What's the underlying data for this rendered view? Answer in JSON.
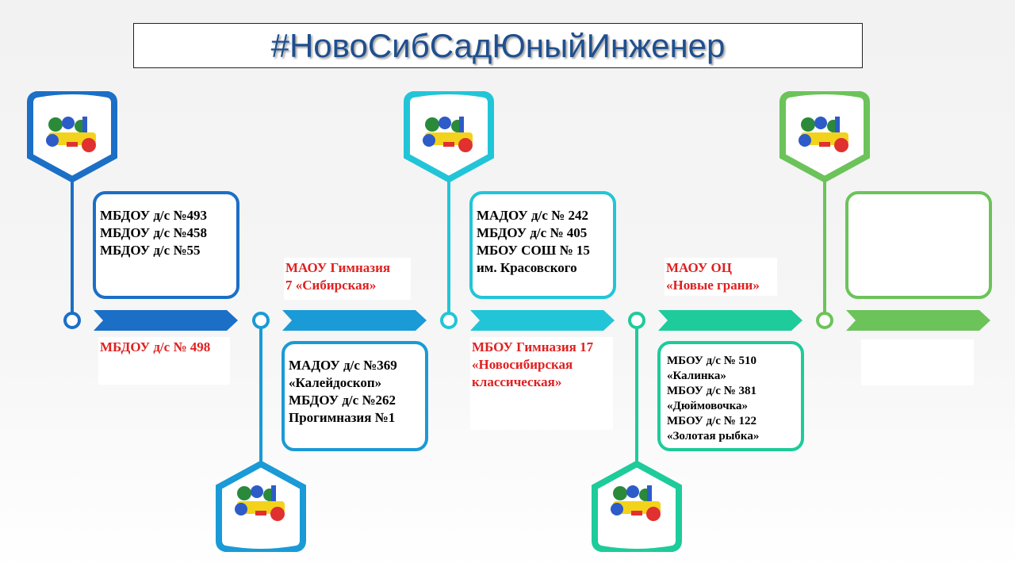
{
  "title": "#НовоСибСадЮныйИнженер",
  "colors": {
    "s1": "#1b6fc6",
    "s2": "#1a9ad6",
    "s3": "#22c5d8",
    "s4": "#1ecb9a",
    "s5": "#6cc35a",
    "label": "#e02020"
  },
  "stages": [
    {
      "box_lines": [
        "МБДОУ д/с №493",
        "МБДОУ д/с №458",
        "МБДОУ д/с №55"
      ],
      "label_lines": [
        "МБДОУ д/с № 498"
      ]
    },
    {
      "box_lines": [
        "МАДОУ д/с №369",
        "«Калейдоскоп»",
        "МБДОУ д/с №262",
        "Прогимназия №1"
      ],
      "label_lines": [
        "МАОУ Гимназия",
        "7 «Сибирская»"
      ]
    },
    {
      "box_lines": [
        "МАДОУ д/с № 242",
        "МБДОУ д/с № 405",
        "МБОУ СОШ № 15",
        "им. Красовского"
      ],
      "label_lines": [
        "МБОУ Гимназия 17",
        "«Новосибирская",
        "классическая»"
      ]
    },
    {
      "box_lines": [
        "МБОУ д/с № 510",
        "«Калинка»",
        "МБОУ д/с № 381",
        "«Дюймовочка»",
        "МБОУ д/с № 122",
        "«Золотая рыбка»"
      ],
      "label_lines": [
        "МАОУ ОЦ",
        "«Новые грани»"
      ]
    },
    {
      "box_lines": [],
      "label_lines": []
    }
  ],
  "badge_icon": "gear-robot-toy-icon"
}
